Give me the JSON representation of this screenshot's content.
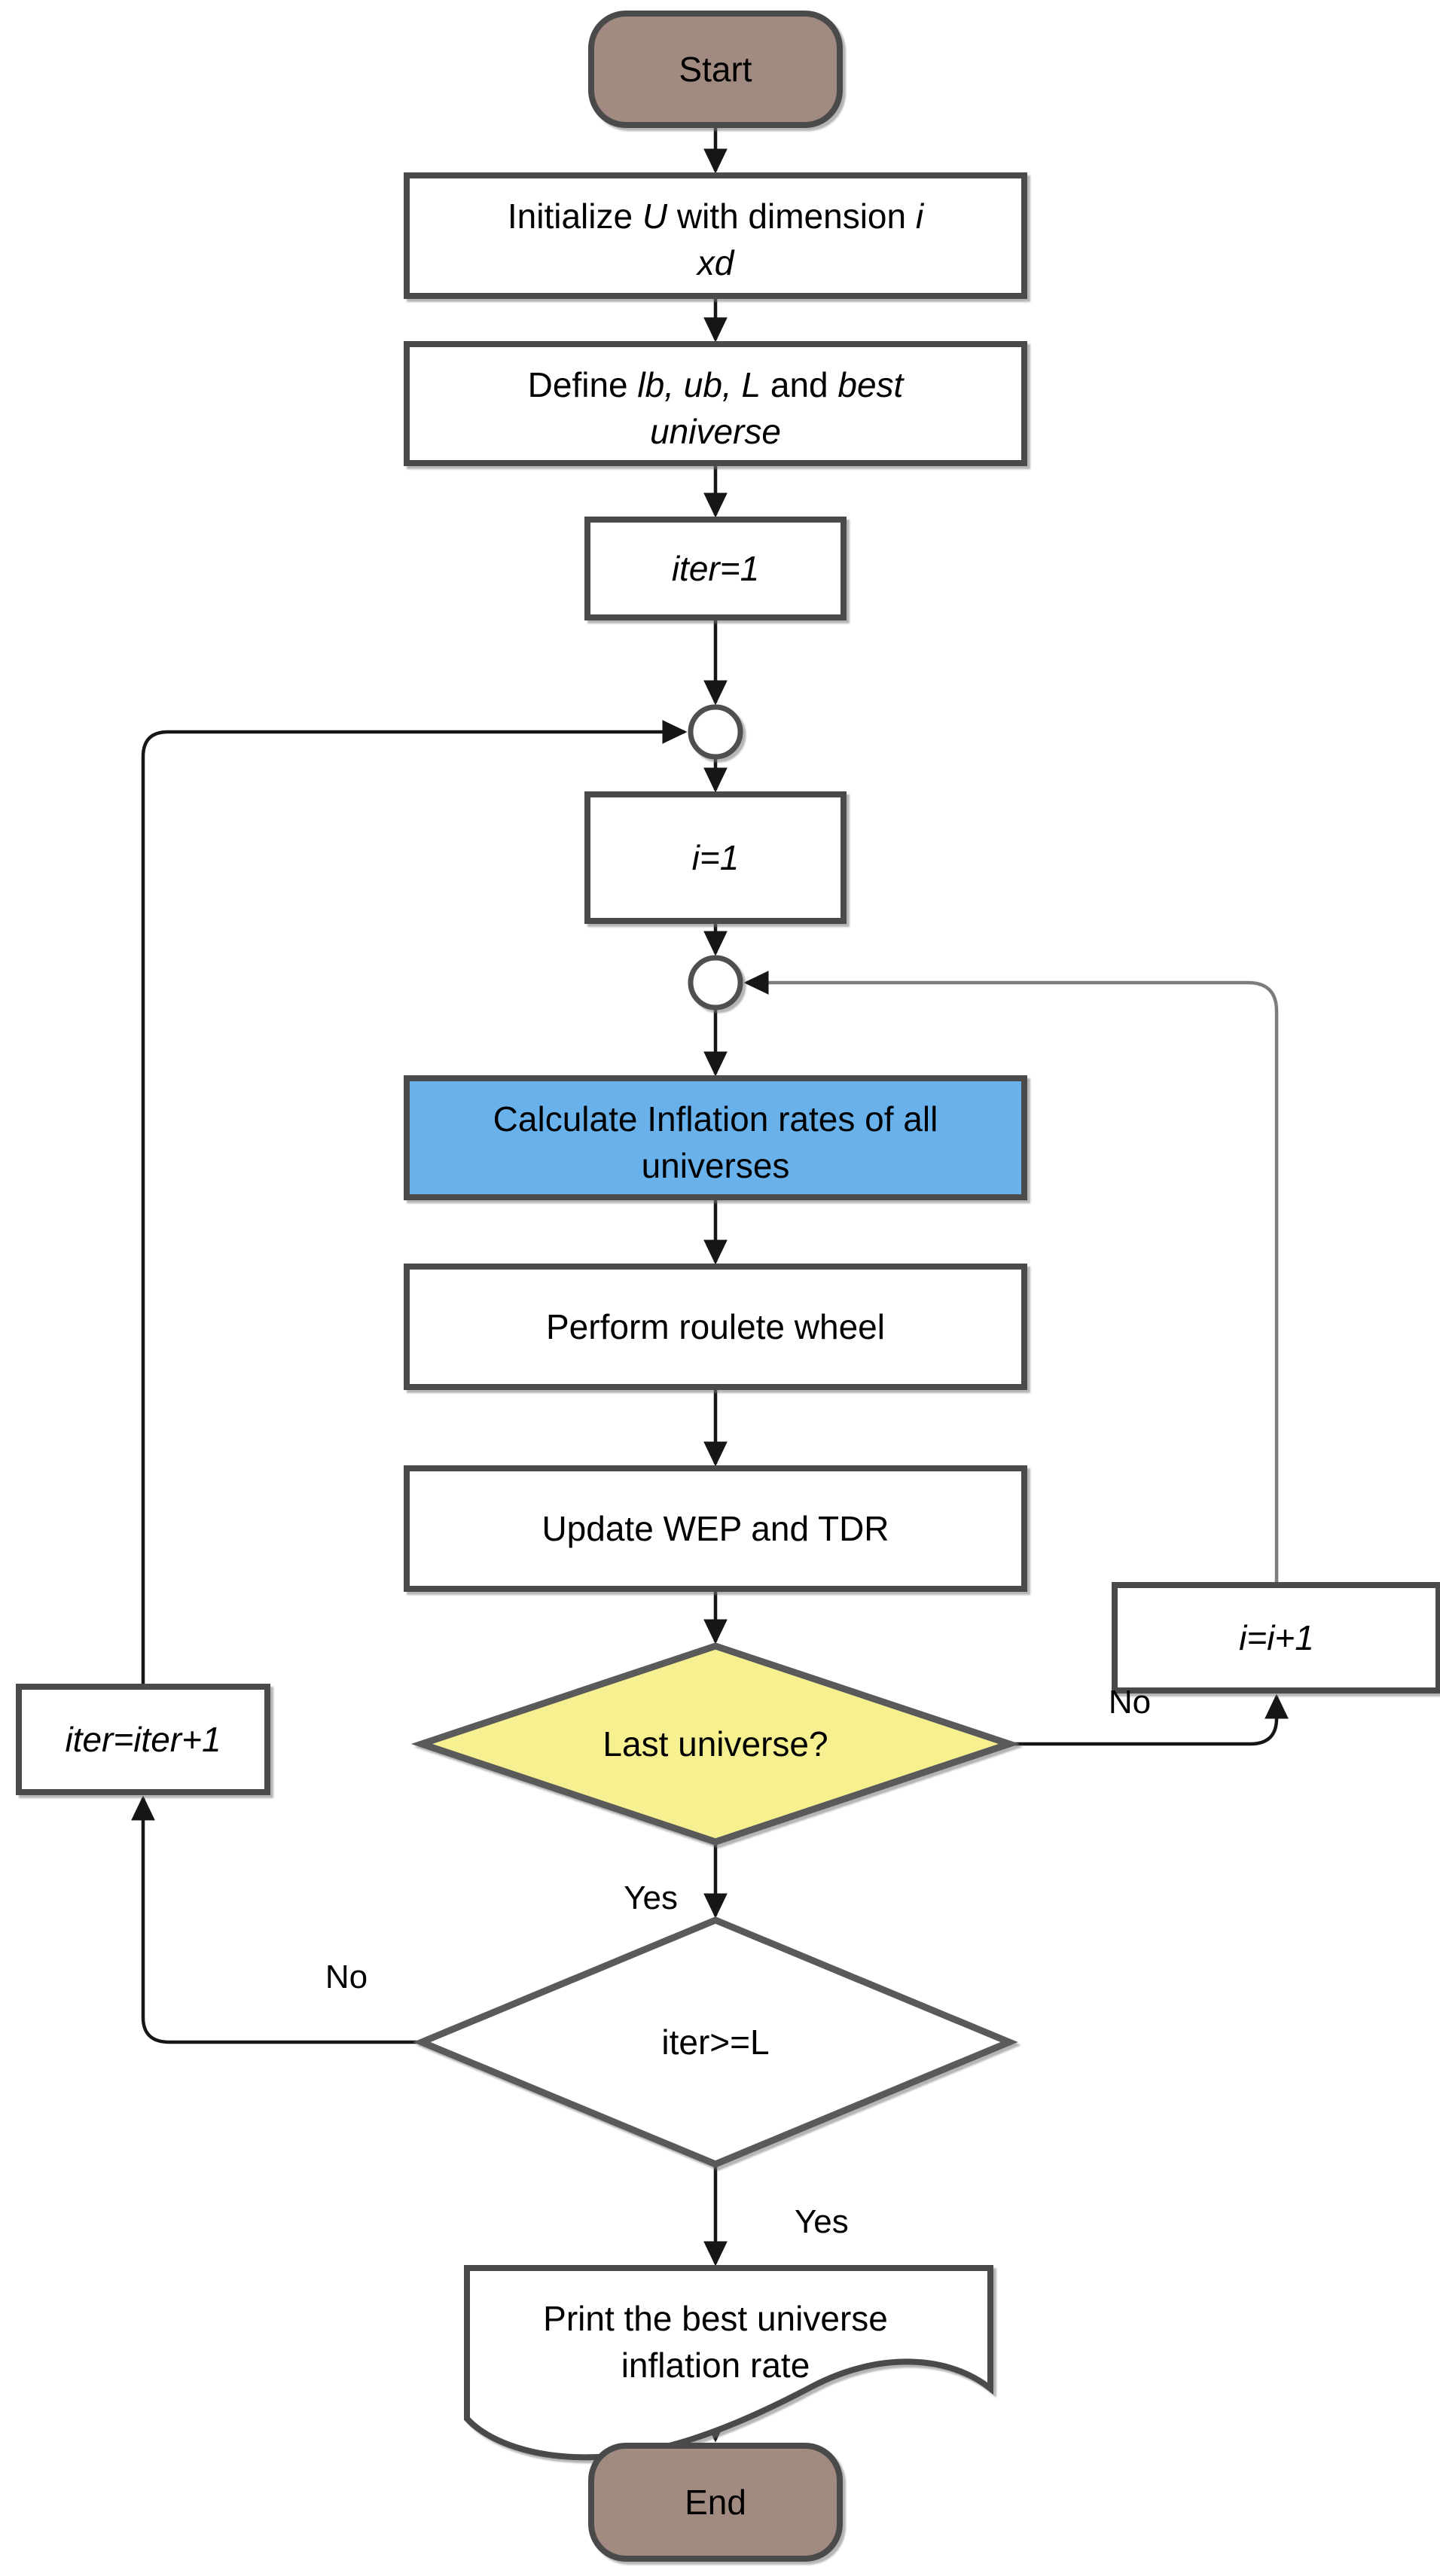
{
  "flowchart": {
    "nodes": {
      "start": "Start",
      "init_l1a": "Initialize ",
      "init_l1b": "U",
      "init_l1c": " with dimension ",
      "init_l1d": "i",
      "init_l2": "xd",
      "define_l1a": "Define ",
      "define_l1b": "lb, ub, L",
      "define_l1c": " and ",
      "define_l1d": "best",
      "define_l2": "universe",
      "iter_init": "iter=1",
      "i_init": "i=1",
      "calc_l1": "Calculate Inflation rates of all",
      "calc_l2": "universes",
      "roulette": "Perform roulete wheel",
      "update": "Update WEP and TDR",
      "last_universe": "Last universe?",
      "i_increment": "i=i+1",
      "iter_check": "iter>=L",
      "iter_increment": "iter=iter+1",
      "print_l1": "Print the best universe",
      "print_l2": "inflation rate",
      "end": "End"
    },
    "edge_labels": {
      "last_universe_no": "No",
      "last_universe_yes": "Yes",
      "iter_check_no": "No",
      "iter_check_yes": "Yes"
    },
    "colors": {
      "terminator_fill": "#a18a80",
      "process_fill": "#ffffff",
      "highlight_fill": "#68b1eb",
      "decision_fill": "#f7f091",
      "decision2_fill": "#ffffff",
      "connector_fill": "#ffffff",
      "border": "#4a4a4a",
      "arrow": "#161616",
      "text": "#000000"
    }
  }
}
